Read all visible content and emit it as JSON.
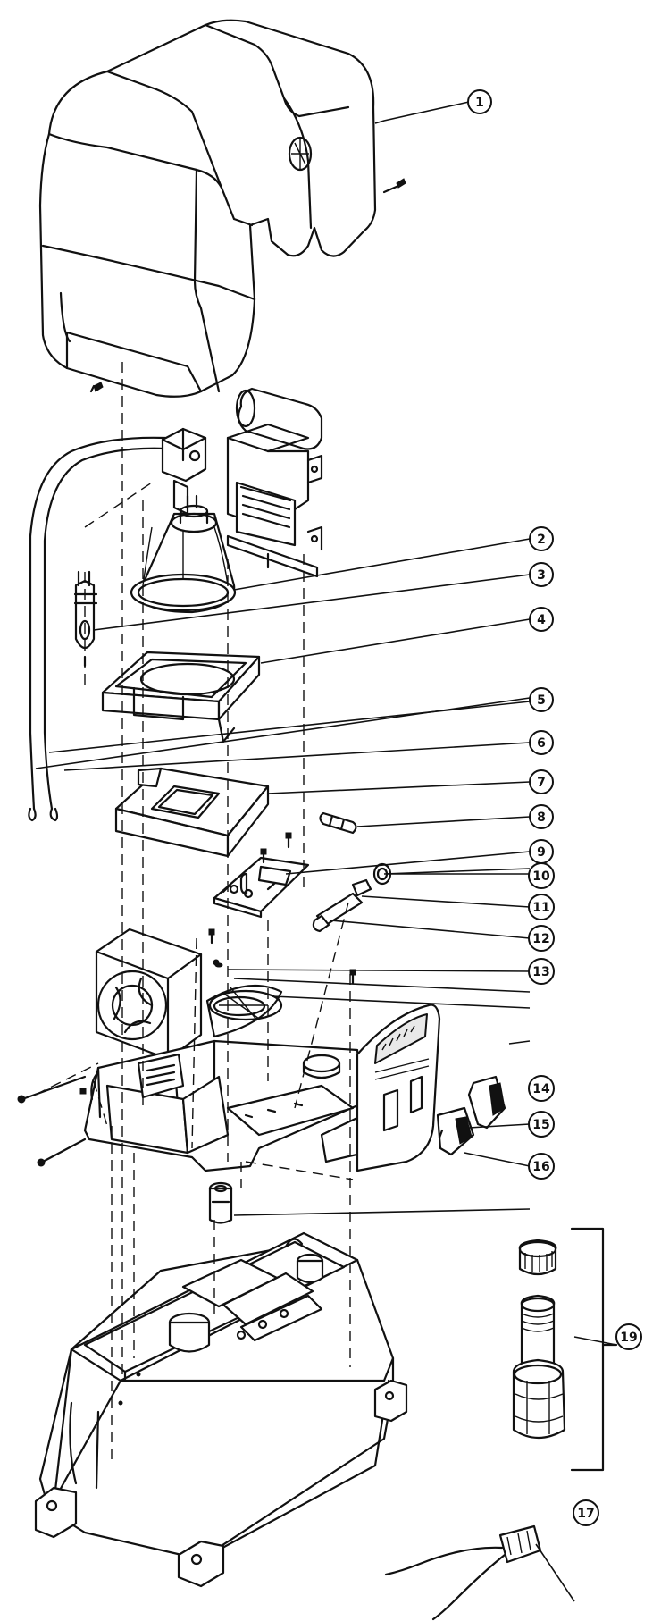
{
  "callouts": [
    {
      "id": "1",
      "label": "1"
    },
    {
      "id": "2",
      "label": "2"
    },
    {
      "id": "3",
      "label": "3"
    },
    {
      "id": "4",
      "label": "4"
    },
    {
      "id": "5",
      "label": "5"
    },
    {
      "id": "6",
      "label": "6"
    },
    {
      "id": "7",
      "label": "7"
    },
    {
      "id": "8",
      "label": "8"
    },
    {
      "id": "9",
      "label": "9"
    },
    {
      "id": "10",
      "label": "10"
    },
    {
      "id": "11",
      "label": "11"
    },
    {
      "id": "12",
      "label": "12"
    },
    {
      "id": "13",
      "label": "13"
    },
    {
      "id": "14",
      "label": "14"
    },
    {
      "id": "15",
      "label": "15"
    },
    {
      "id": "16",
      "label": "16"
    },
    {
      "id": "17",
      "label": "17"
    },
    {
      "id": "19",
      "label": "19"
    }
  ],
  "colors": {
    "ink": "#111111",
    "paper": "#ffffff"
  }
}
